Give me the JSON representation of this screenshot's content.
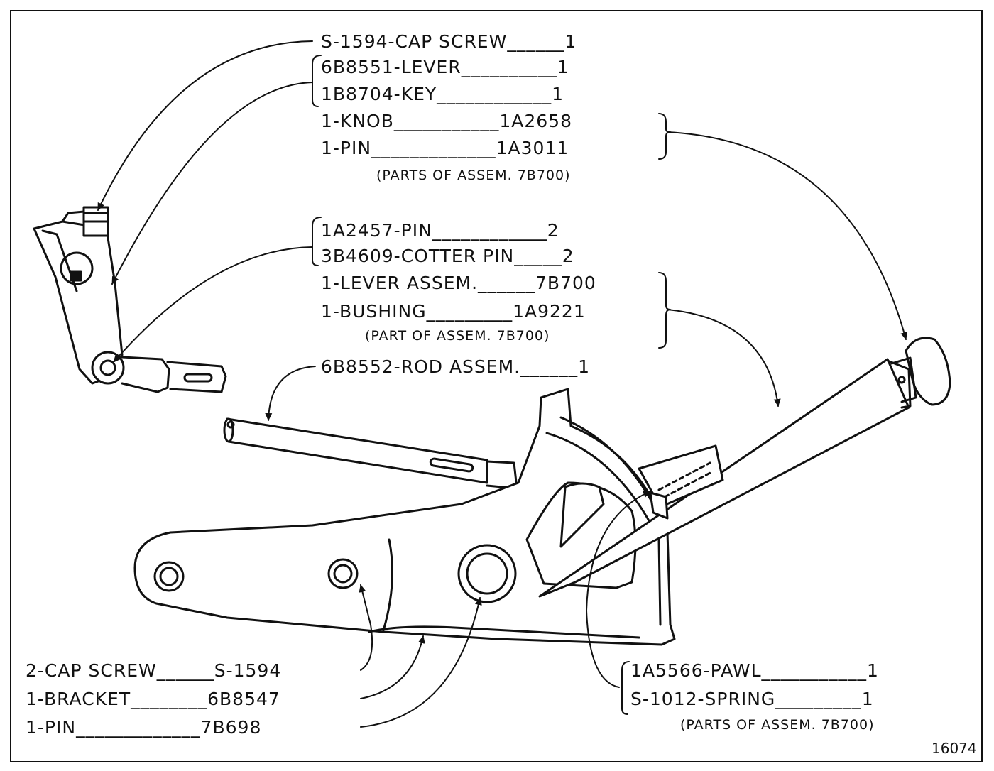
{
  "labels_top": {
    "cap_screw": "S-1594-CAP SCREW______1",
    "lever": "6B8551-LEVER__________1",
    "key": "1B8704-KEY____________1",
    "knob": "1-KNOB___________1A2658",
    "pin": "1-PIN_____________1A3011",
    "note": "(PARTS OF ASSEM. 7B700)"
  },
  "labels_mid": {
    "pin2": "1A2457-PIN____________2",
    "cotter": "3B4609-COTTER PIN_____2",
    "lever_assem": "1-LEVER ASSEM.______7B700",
    "bushing": "1-BUSHING_________1A9221",
    "note": "(PART OF ASSEM. 7B700)",
    "rod": "6B8552-ROD ASSEM.______1"
  },
  "labels_bottom_left": {
    "cap_screw": "2-CAP SCREW______S-1594",
    "bracket": "1-BRACKET________6B8547",
    "pin": "1-PIN_____________7B698"
  },
  "labels_bottom_right": {
    "pawl": "1A5566-PAWL___________1",
    "spring": "S-1012-SPRING_________1",
    "note": "(PARTS OF ASSEM. 7B700)"
  },
  "figure_number": "16074"
}
